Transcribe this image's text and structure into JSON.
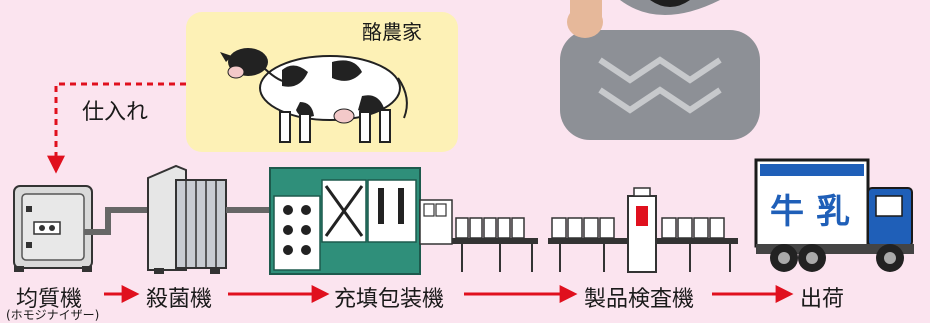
{
  "farm": {
    "label": "酪農家",
    "icon": "cow-icon"
  },
  "supply_label": "仕入れ",
  "steps": [
    {
      "label": "均質機",
      "sub": "(ホモジナイザー)",
      "icon": "homogenizer-icon"
    },
    {
      "label": "殺菌機",
      "icon": "sterilizer-icon"
    },
    {
      "label": "充填包装機",
      "icon": "filling-machine-icon"
    },
    {
      "label": "製品検査機",
      "icon": "inspection-machine-icon"
    },
    {
      "label": "出荷",
      "icon": "milk-truck-icon"
    }
  ],
  "truck_text": [
    "牛",
    "乳"
  ],
  "colors": {
    "background": "#fbe4ef",
    "farm_box": "#fdf1b6",
    "arrow": "#e0101e",
    "machine_teal": "#2f8f7a",
    "truck_blue": "#1f5fb8"
  }
}
